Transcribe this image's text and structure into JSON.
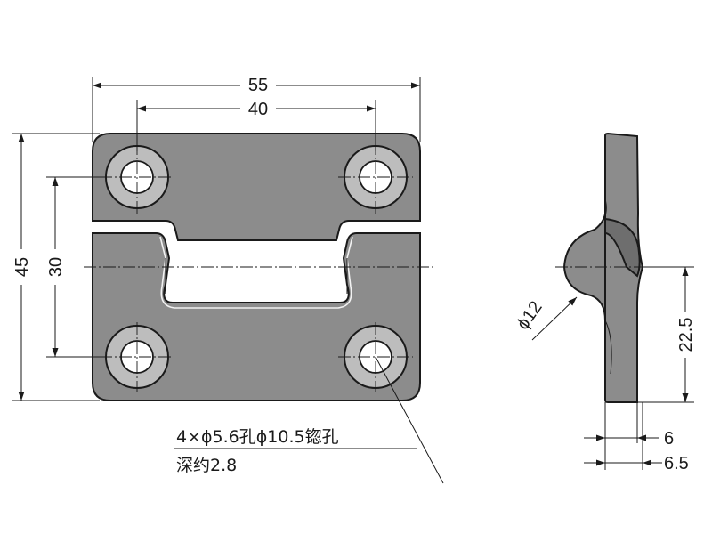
{
  "dimensions": {
    "overall_width": "55",
    "hole_spacing_horizontal": "40",
    "overall_height": "45",
    "hole_spacing_vertical": "30",
    "arc_diameter": "ϕ12",
    "offset_height": "22.5",
    "thickness_inner": "6",
    "thickness_outer": "6.5"
  },
  "note": {
    "line1": "4×ϕ5.6孔ϕ10.5锪孔",
    "line2": "深约2.8"
  },
  "colors": {
    "body": "#8c8c8c",
    "outline": "#1a1a1a",
    "hole_rim": "#bdbdbd"
  }
}
